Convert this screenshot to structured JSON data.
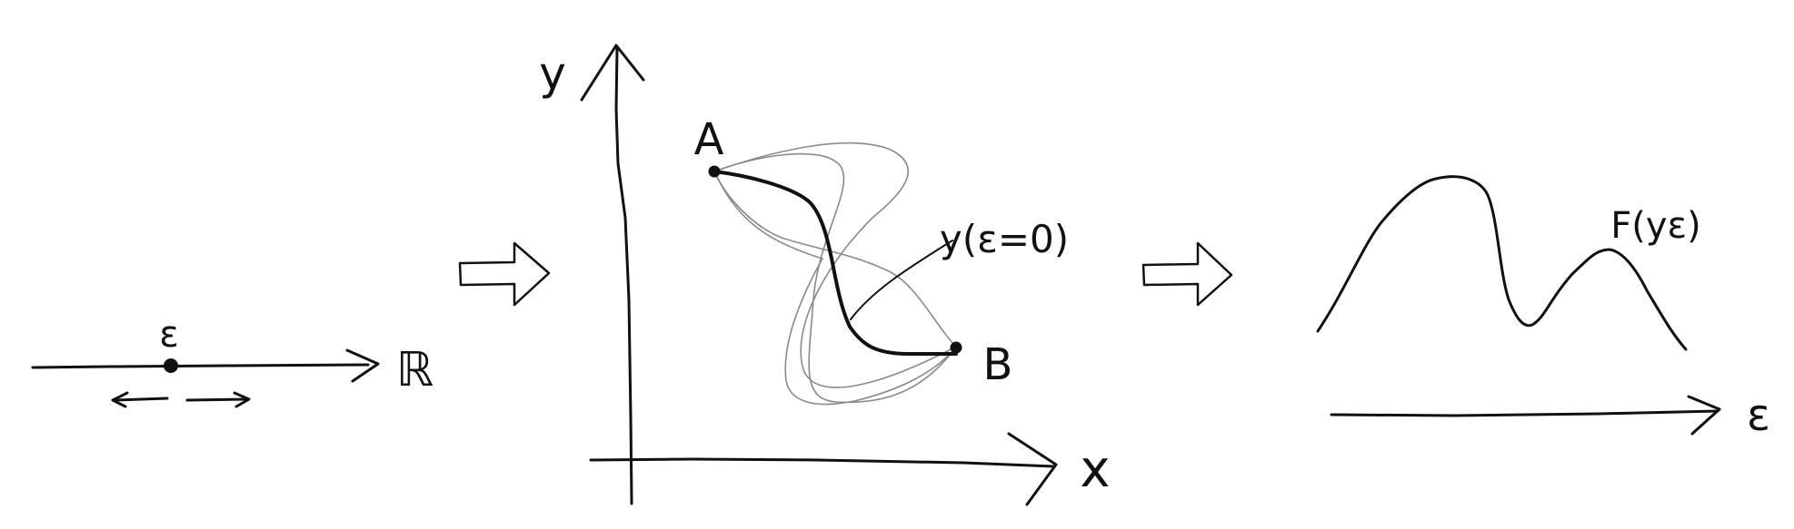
{
  "colors": {
    "ink": "#111111",
    "variation_paths": "#8a8a8a",
    "background": "#ffffff"
  },
  "panel_parameter": {
    "epsilon_label": "ε",
    "real_line_label": "ℝ"
  },
  "panel_paths": {
    "y_axis_label": "y",
    "x_axis_label": "x",
    "point_a_label": "A",
    "point_b_label": "B",
    "base_path_label": "y(ε=0)"
  },
  "panel_functional": {
    "functional_label": "F(yε)",
    "epsilon_axis_label": "ε"
  }
}
